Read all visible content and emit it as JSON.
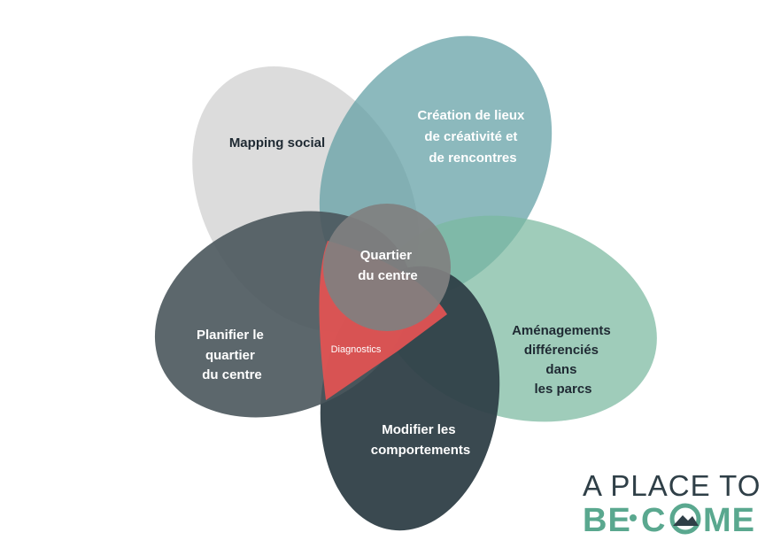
{
  "diagram": {
    "center": {
      "lines": [
        "Quartier",
        "du centre"
      ]
    },
    "diagnostics_label": "Diagnostics",
    "petals": {
      "mapping": {
        "lines": [
          "Mapping social"
        ]
      },
      "creation": {
        "lines": [
          "Création de lieux",
          "de créativité et",
          "de rencontres"
        ]
      },
      "amenagements": {
        "lines": [
          "Aménagements",
          "différenciés",
          "dans",
          "les parcs"
        ]
      },
      "modifier": {
        "lines": [
          "Modifier les",
          "comportements"
        ]
      },
      "planifier": {
        "lines": [
          "Planifier le",
          "quartier",
          "du centre"
        ]
      }
    },
    "colors": {
      "mapping": "#d9d9d9",
      "creation": "#5f9ea3",
      "amenagements": "#7ab9a0",
      "modifier": "#2f3f47",
      "planifier": "#4a565c",
      "diagnostics": "#e05353",
      "center": "#808080"
    }
  },
  "logo": {
    "line1": "A PLACE TO",
    "line2_part1": "BE",
    "line2_part2": "C",
    "line2_part3": "ME",
    "colors": {
      "dark": "#2f3f47",
      "green": "#5aa88f"
    }
  }
}
